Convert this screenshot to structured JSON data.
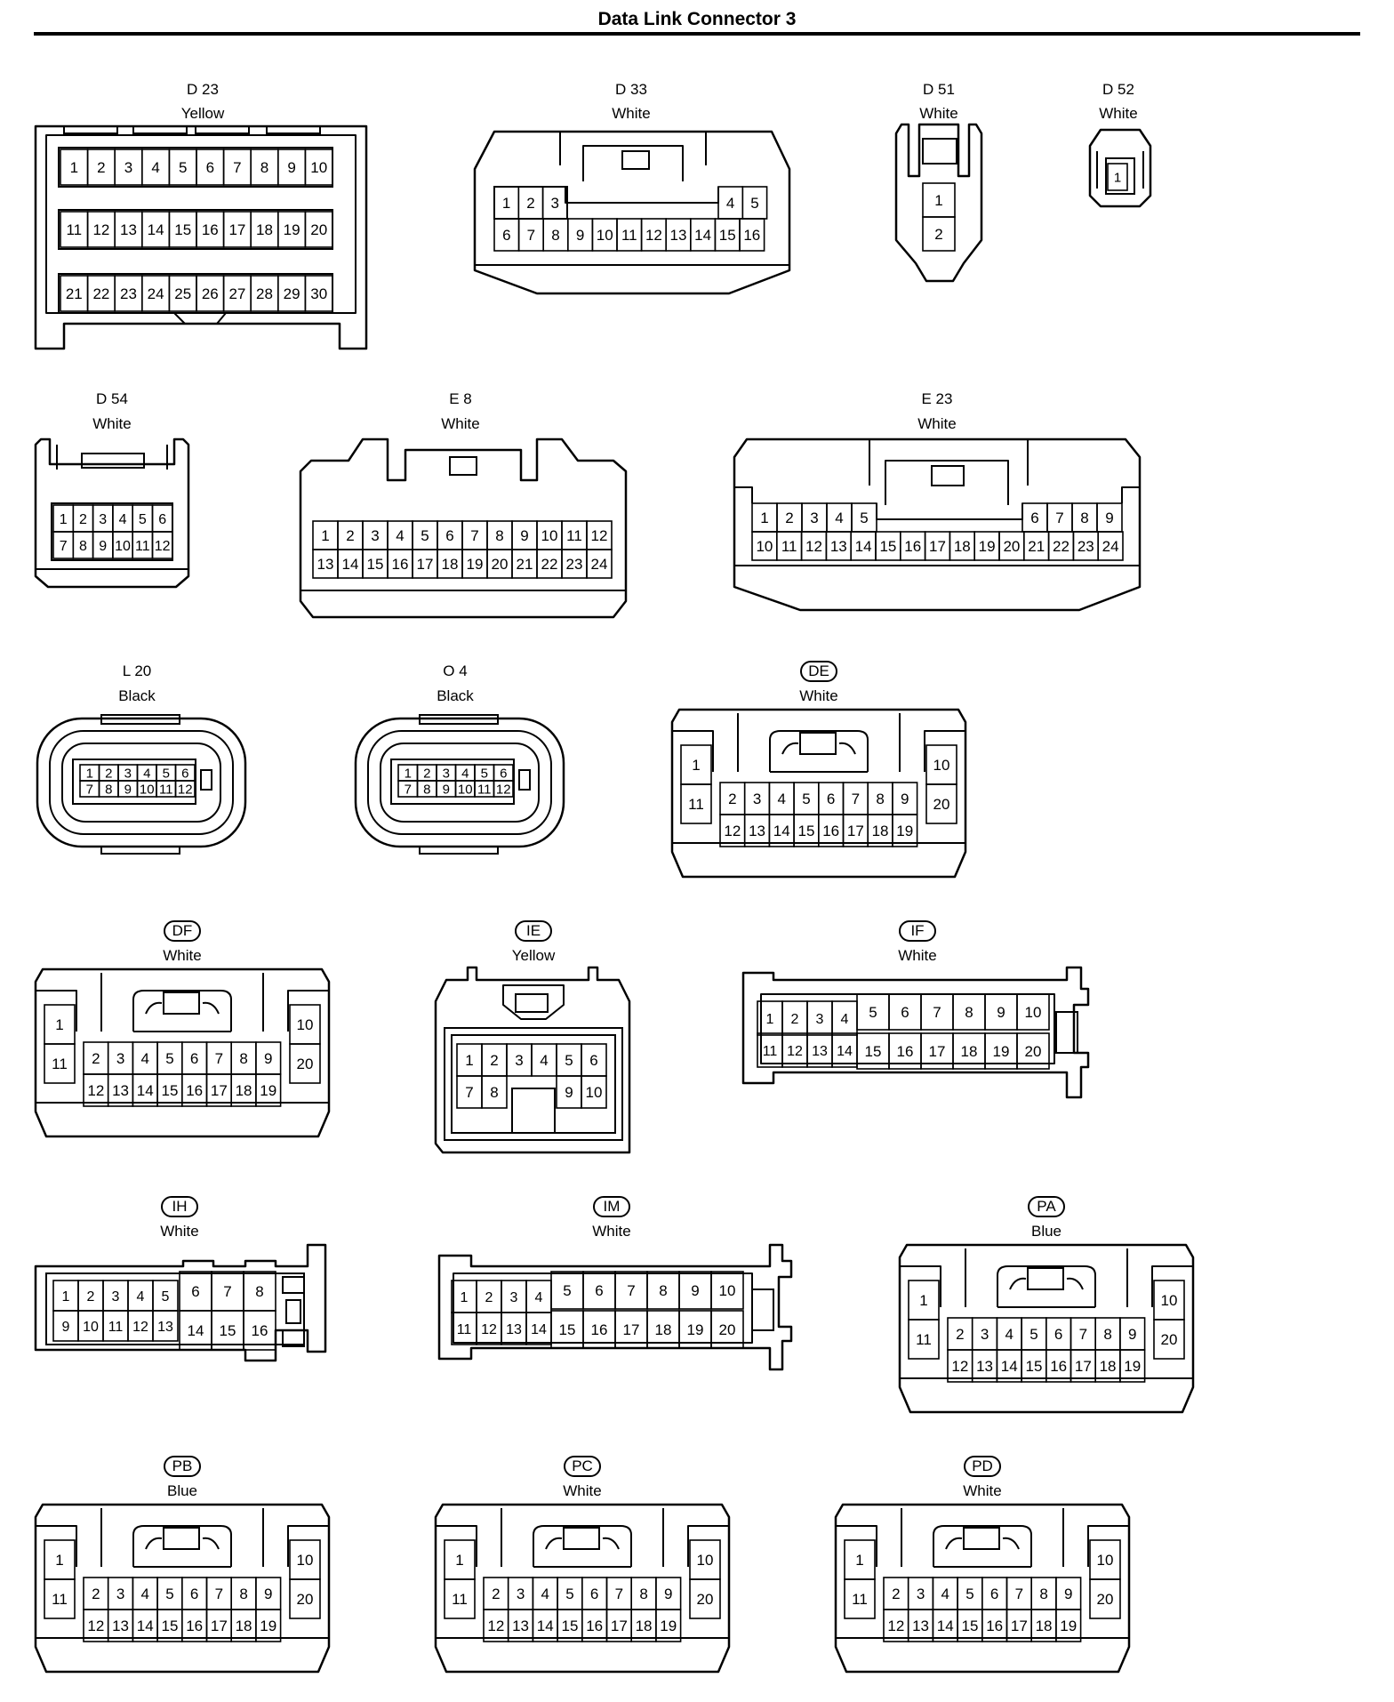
{
  "title": "Data Link Connector 3",
  "connectors": [
    {
      "id": "D23",
      "code": "D 23",
      "code_style": "plain",
      "color": "Yellow",
      "pins": [
        "1",
        "2",
        "3",
        "4",
        "5",
        "6",
        "7",
        "8",
        "9",
        "10",
        "11",
        "12",
        "13",
        "14",
        "15",
        "16",
        "17",
        "18",
        "19",
        "20",
        "21",
        "22",
        "23",
        "24",
        "25",
        "26",
        "27",
        "28",
        "29",
        "30"
      ]
    },
    {
      "id": "D33",
      "code": "D 33",
      "code_style": "plain",
      "color": "White",
      "pins": [
        "1",
        "2",
        "3",
        "4",
        "5",
        "6",
        "7",
        "8",
        "9",
        "10",
        "11",
        "12",
        "13",
        "14",
        "15",
        "16"
      ]
    },
    {
      "id": "D51",
      "code": "D 51",
      "code_style": "plain",
      "color": "White",
      "pins": [
        "1",
        "2"
      ]
    },
    {
      "id": "D52",
      "code": "D 52",
      "code_style": "plain",
      "color": "White",
      "pins": [
        "1"
      ]
    },
    {
      "id": "D54",
      "code": "D 54",
      "code_style": "plain",
      "color": "White",
      "pins": [
        "1",
        "2",
        "3",
        "4",
        "5",
        "6",
        "7",
        "8",
        "9",
        "10",
        "11",
        "12"
      ]
    },
    {
      "id": "E8",
      "code": "E 8",
      "code_style": "plain",
      "color": "White",
      "pins": [
        "1",
        "2",
        "3",
        "4",
        "5",
        "6",
        "7",
        "8",
        "9",
        "10",
        "11",
        "12",
        "13",
        "14",
        "15",
        "16",
        "17",
        "18",
        "19",
        "20",
        "21",
        "22",
        "23",
        "24"
      ]
    },
    {
      "id": "E23",
      "code": "E 23",
      "code_style": "plain",
      "color": "White",
      "pins": [
        "1",
        "2",
        "3",
        "4",
        "5",
        "6",
        "7",
        "8",
        "9",
        "10",
        "11",
        "12",
        "13",
        "14",
        "15",
        "16",
        "17",
        "18",
        "19",
        "20",
        "21",
        "22",
        "23",
        "24"
      ]
    },
    {
      "id": "L20",
      "code": "L 20",
      "code_style": "plain",
      "color": "Black",
      "pins": [
        "1",
        "2",
        "3",
        "4",
        "5",
        "6",
        "7",
        "8",
        "9",
        "10",
        "11",
        "12"
      ]
    },
    {
      "id": "O4",
      "code": "O 4",
      "code_style": "plain",
      "color": "Black",
      "pins": [
        "1",
        "2",
        "3",
        "4",
        "5",
        "6",
        "7",
        "8",
        "9",
        "10",
        "11",
        "12"
      ]
    },
    {
      "id": "DE",
      "code": "DE",
      "code_style": "oval",
      "color": "White",
      "pins": [
        "1",
        "2",
        "3",
        "4",
        "5",
        "6",
        "7",
        "8",
        "9",
        "10",
        "11",
        "12",
        "13",
        "14",
        "15",
        "16",
        "17",
        "18",
        "19",
        "20"
      ]
    },
    {
      "id": "DF",
      "code": "DF",
      "code_style": "oval",
      "color": "White",
      "pins": [
        "1",
        "2",
        "3",
        "4",
        "5",
        "6",
        "7",
        "8",
        "9",
        "10",
        "11",
        "12",
        "13",
        "14",
        "15",
        "16",
        "17",
        "18",
        "19",
        "20"
      ]
    },
    {
      "id": "IE",
      "code": "IE",
      "code_style": "oval",
      "color": "Yellow",
      "pins": [
        "1",
        "2",
        "3",
        "4",
        "5",
        "6",
        "7",
        "8",
        "9",
        "10"
      ]
    },
    {
      "id": "IF",
      "code": "IF",
      "code_style": "oval",
      "color": "White",
      "pins": [
        "1",
        "2",
        "3",
        "4",
        "5",
        "6",
        "7",
        "8",
        "9",
        "10",
        "11",
        "12",
        "13",
        "14",
        "15",
        "16",
        "17",
        "18",
        "19",
        "20"
      ]
    },
    {
      "id": "IH",
      "code": "IH",
      "code_style": "oval",
      "color": "White",
      "pins": [
        "1",
        "2",
        "3",
        "4",
        "5",
        "6",
        "7",
        "8",
        "9",
        "10",
        "11",
        "12",
        "13",
        "14",
        "15",
        "16"
      ]
    },
    {
      "id": "IM",
      "code": "IM",
      "code_style": "oval",
      "color": "White",
      "pins": [
        "1",
        "2",
        "3",
        "4",
        "5",
        "6",
        "7",
        "8",
        "9",
        "10",
        "11",
        "12",
        "13",
        "14",
        "15",
        "16",
        "17",
        "18",
        "19",
        "20"
      ]
    },
    {
      "id": "PA",
      "code": "PA",
      "code_style": "oval",
      "color": "Blue",
      "pins": [
        "1",
        "2",
        "3",
        "4",
        "5",
        "6",
        "7",
        "8",
        "9",
        "10",
        "11",
        "12",
        "13",
        "14",
        "15",
        "16",
        "17",
        "18",
        "19",
        "20"
      ]
    },
    {
      "id": "PB",
      "code": "PB",
      "code_style": "oval",
      "color": "Blue",
      "pins": [
        "1",
        "2",
        "3",
        "4",
        "5",
        "6",
        "7",
        "8",
        "9",
        "10",
        "11",
        "12",
        "13",
        "14",
        "15",
        "16",
        "17",
        "18",
        "19",
        "20"
      ]
    },
    {
      "id": "PC",
      "code": "PC",
      "code_style": "oval",
      "color": "White",
      "pins": [
        "1",
        "2",
        "3",
        "4",
        "5",
        "6",
        "7",
        "8",
        "9",
        "10",
        "11",
        "12",
        "13",
        "14",
        "15",
        "16",
        "17",
        "18",
        "19",
        "20"
      ]
    },
    {
      "id": "PD",
      "code": "PD",
      "code_style": "oval",
      "color": "White",
      "pins": [
        "1",
        "2",
        "3",
        "4",
        "5",
        "6",
        "7",
        "8",
        "9",
        "10",
        "11",
        "12",
        "13",
        "14",
        "15",
        "16",
        "17",
        "18",
        "19",
        "20"
      ]
    }
  ]
}
